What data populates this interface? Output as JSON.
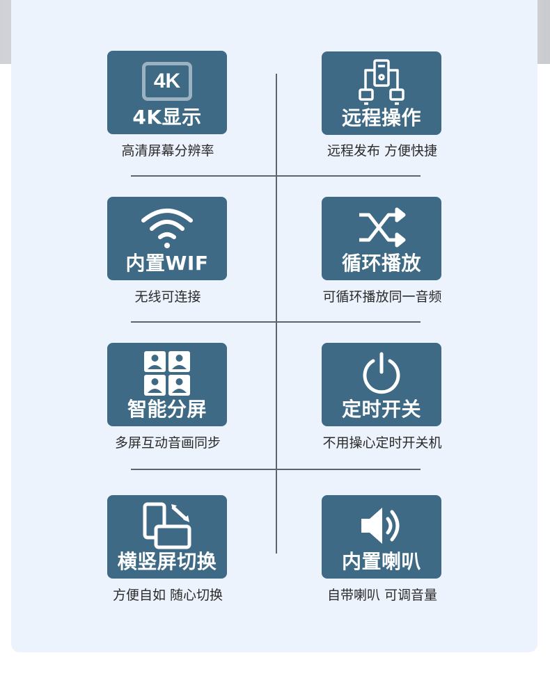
{
  "features": [
    {
      "title": "4K显示",
      "subtitle": "高清屏幕分辨率",
      "icon": "4k-icon",
      "icon_text": "4K"
    },
    {
      "title": "远程操作",
      "subtitle": "远程发布 方便快捷",
      "icon": "remote-devices-icon"
    },
    {
      "title": "内置WIF",
      "subtitle": "无线可连接",
      "icon": "wifi-icon"
    },
    {
      "title": "循环播放",
      "subtitle": "可循环播放同一音频",
      "icon": "shuffle-loop-icon"
    },
    {
      "title": "智能分屏",
      "subtitle": "多屏互动音画同步",
      "icon": "split-screen-icon"
    },
    {
      "title": "定时开关",
      "subtitle": "不用操心定时开关机",
      "icon": "power-icon"
    },
    {
      "title": "横竖屏切换",
      "subtitle": "方便自如 随心切换",
      "icon": "rotate-screen-icon"
    },
    {
      "title": "内置喇叭",
      "subtitle": "自带喇叭 可调音量",
      "icon": "speaker-icon"
    }
  ],
  "colors": {
    "tile": "#3e6a85",
    "panel": "#edf3fd",
    "divider": "#5c6470",
    "text": "#2a2a2a"
  }
}
